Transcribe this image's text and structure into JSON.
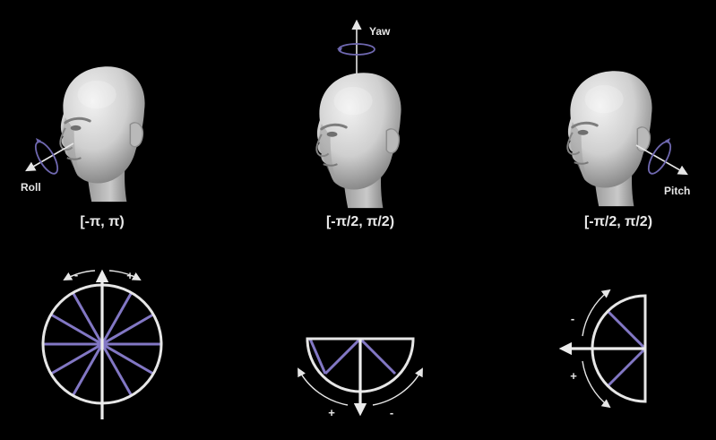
{
  "colors": {
    "background": "#000000",
    "foreground": "#e8e8e8",
    "accent": "#8277c4",
    "axis_circle": "#6f68b0",
    "skin_light": "#e4e4e4",
    "skin_dark": "#8f8f8f"
  },
  "panels": [
    {
      "id": "roll",
      "axis_label": "Roll",
      "range": "[-π, π)",
      "icons": [
        "head-icon",
        "roll-axis-icon",
        "full-circle-icon"
      ],
      "signs": {
        "minus": "-",
        "plus": "+"
      }
    },
    {
      "id": "yaw",
      "axis_label": "Yaw",
      "range": "[-π/2, π/2)",
      "icons": [
        "head-icon",
        "yaw-axis-icon",
        "half-circle-down-icon"
      ],
      "signs": {
        "plus": "+",
        "minus": "-"
      }
    },
    {
      "id": "pitch",
      "axis_label": "Pitch",
      "range": "[-π/2, π/2)",
      "icons": [
        "head-icon",
        "pitch-axis-icon",
        "half-circle-left-icon"
      ],
      "signs": {
        "minus": "-",
        "plus": "+"
      }
    }
  ]
}
